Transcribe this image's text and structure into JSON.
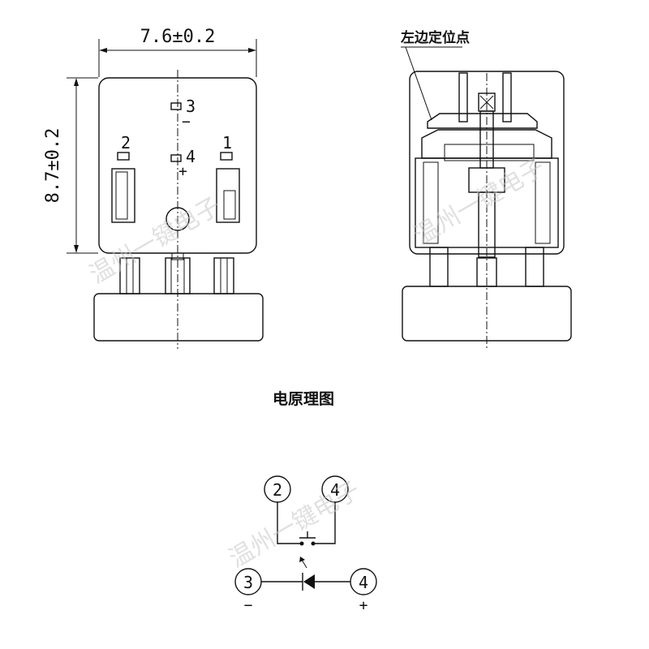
{
  "front_view": {
    "width_dim": "7.6±0.2",
    "height_dim": "8.7±0.2",
    "pins": [
      {
        "label": "3",
        "polarity": "−"
      },
      {
        "label": "2"
      },
      {
        "label": "4",
        "polarity": "+"
      },
      {
        "label": "1"
      }
    ]
  },
  "side_view": {
    "callout": "左边定位点"
  },
  "schematic": {
    "title": "电原理图",
    "nodes": {
      "top_left": "2",
      "top_right": "4",
      "bottom_left": "3",
      "bottom_right": "4"
    },
    "polarity": {
      "left": "−",
      "right": "+"
    }
  },
  "watermark": "温州一键电子"
}
